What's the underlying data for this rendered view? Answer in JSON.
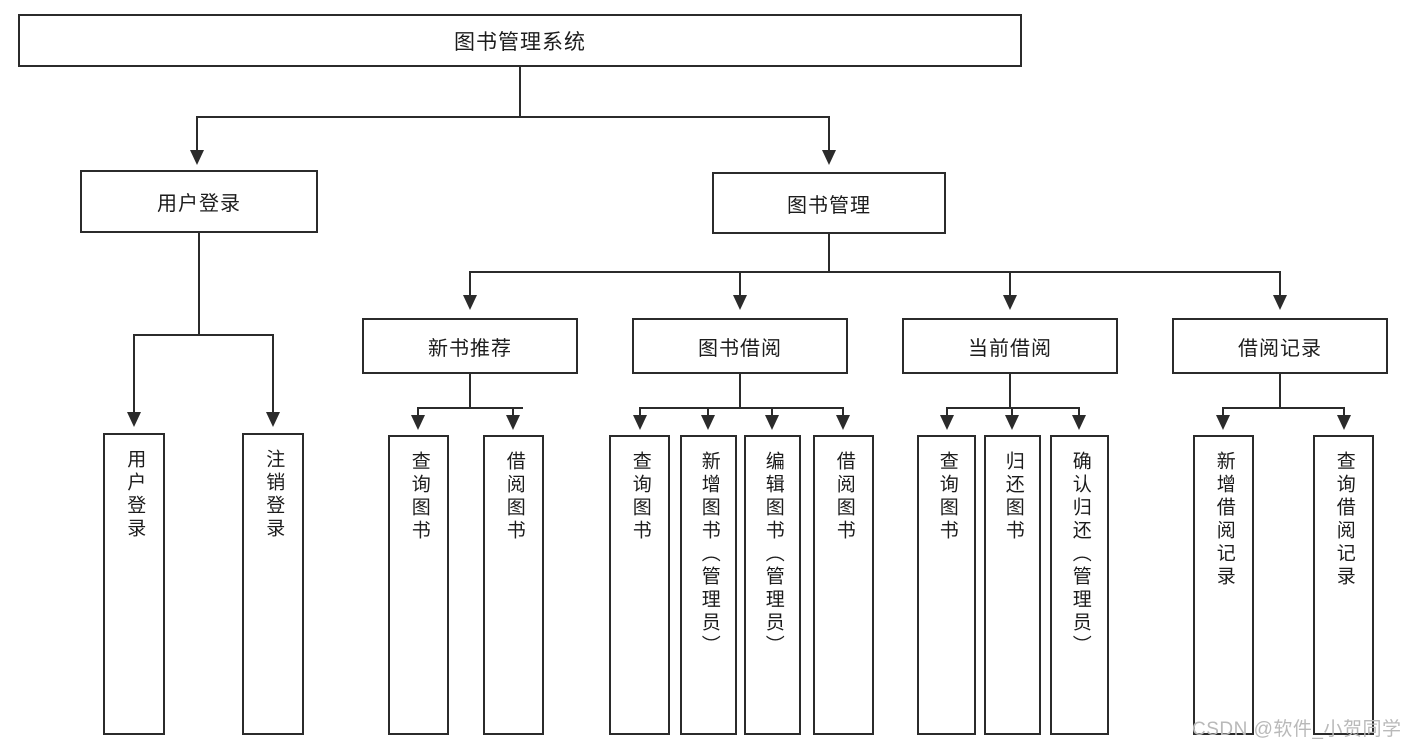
{
  "diagram": {
    "type": "tree-hierarchy",
    "title": "图书管理系统",
    "watermark": "CSDN @软件_小贺同学",
    "colors": {
      "box_border": "#2b2b2b",
      "box_fill": "#ffffff",
      "connector": "#2b2b2b",
      "text": "#1c1c1c",
      "watermark": "#b9b9b9",
      "background": "#ffffff"
    },
    "root": {
      "label": "图书管理系统"
    },
    "level2": [
      {
        "label": "用户登录"
      },
      {
        "label": "图书管理"
      }
    ],
    "level3": [
      {
        "label": "新书推荐"
      },
      {
        "label": "图书借阅"
      },
      {
        "label": "当前借阅"
      },
      {
        "label": "借阅记录"
      }
    ],
    "leaves": {
      "user_login": [
        {
          "label": "用户登录"
        },
        {
          "label": "注销登录"
        }
      ],
      "new_book_recommend": [
        {
          "label": "查询图书"
        },
        {
          "label": "借阅图书"
        }
      ],
      "book_borrow": [
        {
          "label": "查询图书"
        },
        {
          "label": "新增图书（管理员）"
        },
        {
          "label": "编辑图书（管理员）"
        },
        {
          "label": "借阅图书"
        }
      ],
      "current_borrow": [
        {
          "label": "查询图书"
        },
        {
          "label": "归还图书"
        },
        {
          "label": "确认归还（管理员）"
        }
      ],
      "borrow_record": [
        {
          "label": "新增借阅记录"
        },
        {
          "label": "查询借阅记录"
        }
      ]
    }
  }
}
